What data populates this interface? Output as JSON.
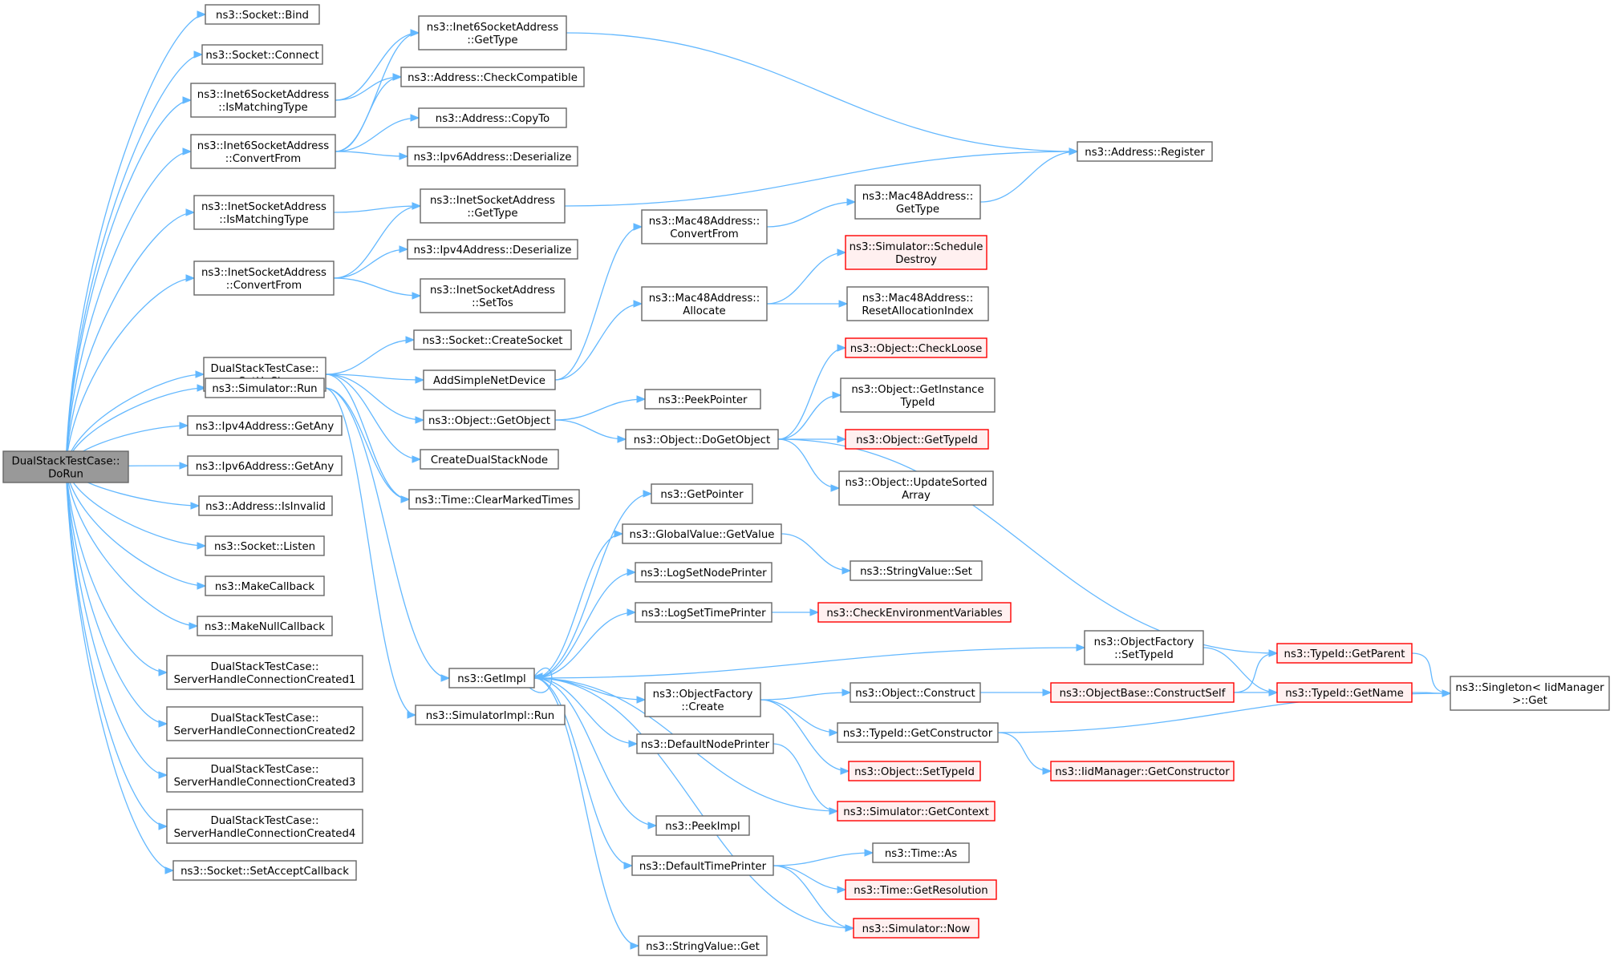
{
  "nodes": [
    {
      "id": "root",
      "lines": [
        "DualStackTestCase::",
        "DoRun"
      ],
      "style": "root"
    },
    {
      "id": "bind",
      "lines": [
        "ns3::Socket::Bind"
      ]
    },
    {
      "id": "connect",
      "lines": [
        "ns3::Socket::Connect"
      ]
    },
    {
      "id": "i6match",
      "lines": [
        "ns3::Inet6SocketAddress",
        "::IsMatchingType"
      ]
    },
    {
      "id": "i6conv",
      "lines": [
        "ns3::Inet6SocketAddress",
        "::ConvertFrom"
      ]
    },
    {
      "id": "i4match",
      "lines": [
        "ns3::InetSocketAddress",
        "::IsMatchingType"
      ]
    },
    {
      "id": "i4conv",
      "lines": [
        "ns3::InetSocketAddress",
        "::ConvertFrom"
      ]
    },
    {
      "id": "setup",
      "lines": [
        "DualStackTestCase::",
        "SetUpSim"
      ]
    },
    {
      "id": "simrun",
      "lines": [
        "ns3::Simulator::Run"
      ]
    },
    {
      "id": "ip4any",
      "lines": [
        "ns3::Ipv4Address::GetAny"
      ]
    },
    {
      "id": "ip6any",
      "lines": [
        "ns3::Ipv6Address::GetAny"
      ]
    },
    {
      "id": "invalid",
      "lines": [
        "ns3::Address::IsInvalid"
      ]
    },
    {
      "id": "listen",
      "lines": [
        "ns3::Socket::Listen"
      ]
    },
    {
      "id": "makecb",
      "lines": [
        "ns3::MakeCallback"
      ]
    },
    {
      "id": "makenull",
      "lines": [
        "ns3::MakeNullCallback"
      ]
    },
    {
      "id": "shc1",
      "lines": [
        "DualStackTestCase::",
        "ServerHandleConnectionCreated1"
      ]
    },
    {
      "id": "shc2",
      "lines": [
        "DualStackTestCase::",
        "ServerHandleConnectionCreated2"
      ]
    },
    {
      "id": "shc3",
      "lines": [
        "DualStackTestCase::",
        "ServerHandleConnectionCreated3"
      ]
    },
    {
      "id": "shc4",
      "lines": [
        "DualStackTestCase::",
        "ServerHandleConnectionCreated4"
      ]
    },
    {
      "id": "setaccept",
      "lines": [
        "ns3::Socket::SetAcceptCallback"
      ]
    },
    {
      "id": "i6gettype",
      "lines": [
        "ns3::Inet6SocketAddress",
        "::GetType"
      ]
    },
    {
      "id": "checkcompat",
      "lines": [
        "ns3::Address::CheckCompatible"
      ]
    },
    {
      "id": "copyto",
      "lines": [
        "ns3::Address::CopyTo"
      ]
    },
    {
      "id": "ip6deser",
      "lines": [
        "ns3::Ipv6Address::Deserialize"
      ]
    },
    {
      "id": "i4gettype",
      "lines": [
        "ns3::InetSocketAddress",
        "::GetType"
      ]
    },
    {
      "id": "ip4deser",
      "lines": [
        "ns3::Ipv4Address::Deserialize"
      ]
    },
    {
      "id": "settos",
      "lines": [
        "ns3::InetSocketAddress",
        "::SetTos"
      ]
    },
    {
      "id": "createsock",
      "lines": [
        "ns3::Socket::CreateSocket"
      ]
    },
    {
      "id": "addsimple",
      "lines": [
        "AddSimpleNetDevice"
      ]
    },
    {
      "id": "getobject",
      "lines": [
        "ns3::Object::GetObject"
      ]
    },
    {
      "id": "createdual",
      "lines": [
        "CreateDualStackNode"
      ]
    },
    {
      "id": "clearmarked",
      "lines": [
        "ns3::Time::ClearMarkedTimes"
      ]
    },
    {
      "id": "getimpl",
      "lines": [
        "ns3::GetImpl"
      ]
    },
    {
      "id": "simimplrun",
      "lines": [
        "ns3::SimulatorImpl::Run"
      ]
    },
    {
      "id": "register",
      "lines": [
        "ns3::Address::Register"
      ]
    },
    {
      "id": "macconv",
      "lines": [
        "ns3::Mac48Address::",
        "ConvertFrom"
      ]
    },
    {
      "id": "macgettype",
      "lines": [
        "ns3::Mac48Address::",
        "GetType"
      ]
    },
    {
      "id": "schedule",
      "lines": [
        "ns3::Simulator::Schedule",
        "Destroy"
      ],
      "style": "red"
    },
    {
      "id": "macalloc",
      "lines": [
        "ns3::Mac48Address::",
        "Allocate"
      ]
    },
    {
      "id": "macreset",
      "lines": [
        "ns3::Mac48Address::",
        "ResetAllocationIndex"
      ]
    },
    {
      "id": "checkloose",
      "lines": [
        "ns3::Object::CheckLoose"
      ],
      "style": "red"
    },
    {
      "id": "peekpointer",
      "lines": [
        "ns3::PeekPointer"
      ]
    },
    {
      "id": "getinstance",
      "lines": [
        "ns3::Object::GetInstance",
        "TypeId"
      ]
    },
    {
      "id": "dogetobject",
      "lines": [
        "ns3::Object::DoGetObject"
      ]
    },
    {
      "id": "objgettypeid",
      "lines": [
        "ns3::Object::GetTypeId"
      ],
      "style": "red"
    },
    {
      "id": "updatesorted",
      "lines": [
        "ns3::Object::UpdateSorted",
        "Array"
      ]
    },
    {
      "id": "getpointer",
      "lines": [
        "ns3::GetPointer"
      ]
    },
    {
      "id": "gvgetvalue",
      "lines": [
        "ns3::GlobalValue::GetValue"
      ]
    },
    {
      "id": "svset",
      "lines": [
        "ns3::StringValue::Set"
      ]
    },
    {
      "id": "lognode",
      "lines": [
        "ns3::LogSetNodePrinter"
      ]
    },
    {
      "id": "logtime",
      "lines": [
        "ns3::LogSetTimePrinter"
      ]
    },
    {
      "id": "checkenv",
      "lines": [
        "ns3::CheckEnvironmentVariables"
      ],
      "style": "red"
    },
    {
      "id": "ofsettypeid",
      "lines": [
        "ns3::ObjectFactory",
        "::SetTypeId"
      ]
    },
    {
      "id": "tgetparent",
      "lines": [
        "ns3::TypeId::GetParent"
      ],
      "style": "red"
    },
    {
      "id": "ofcreate",
      "lines": [
        "ns3::ObjectFactory",
        "::Create"
      ]
    },
    {
      "id": "objconstruct",
      "lines": [
        "ns3::Object::Construct"
      ]
    },
    {
      "id": "constructself",
      "lines": [
        "ns3::ObjectBase::ConstructSelf"
      ],
      "style": "red"
    },
    {
      "id": "tgetname",
      "lines": [
        "ns3::TypeId::GetName"
      ],
      "style": "red"
    },
    {
      "id": "singleton",
      "lines": [
        "ns3::Singleton< IidManager",
        ">::Get"
      ]
    },
    {
      "id": "defnodeprinter",
      "lines": [
        "ns3::DefaultNodePrinter"
      ]
    },
    {
      "id": "tgetconstructor",
      "lines": [
        "ns3::TypeId::GetConstructor"
      ]
    },
    {
      "id": "objsettypeid",
      "lines": [
        "ns3::Object::SetTypeId"
      ],
      "style": "red"
    },
    {
      "id": "iidgetconstructor",
      "lines": [
        "ns3::IidManager::GetConstructor"
      ],
      "style": "red"
    },
    {
      "id": "simgetcontext",
      "lines": [
        "ns3::Simulator::GetContext"
      ],
      "style": "red"
    },
    {
      "id": "peekimpl",
      "lines": [
        "ns3::PeekImpl"
      ]
    },
    {
      "id": "timeas",
      "lines": [
        "ns3::Time::As"
      ]
    },
    {
      "id": "deftimeprinter",
      "lines": [
        "ns3::DefaultTimePrinter"
      ]
    },
    {
      "id": "getresolution",
      "lines": [
        "ns3::Time::GetResolution"
      ],
      "style": "red"
    },
    {
      "id": "simnow",
      "lines": [
        "ns3::Simulator::Now"
      ],
      "style": "red"
    },
    {
      "id": "svget",
      "lines": [
        "ns3::StringValue::Get"
      ]
    }
  ],
  "edges": [
    [
      "root",
      "bind"
    ],
    [
      "root",
      "connect"
    ],
    [
      "root",
      "i6match"
    ],
    [
      "root",
      "i6conv"
    ],
    [
      "root",
      "i4match"
    ],
    [
      "root",
      "i4conv"
    ],
    [
      "root",
      "setup"
    ],
    [
      "root",
      "simrun"
    ],
    [
      "root",
      "ip4any"
    ],
    [
      "root",
      "ip6any"
    ],
    [
      "root",
      "invalid"
    ],
    [
      "root",
      "listen"
    ],
    [
      "root",
      "makecb"
    ],
    [
      "root",
      "makenull"
    ],
    [
      "root",
      "shc1"
    ],
    [
      "root",
      "shc2"
    ],
    [
      "root",
      "shc3"
    ],
    [
      "root",
      "shc4"
    ],
    [
      "root",
      "setaccept"
    ],
    [
      "i6match",
      "i6gettype"
    ],
    [
      "i6match",
      "checkcompat"
    ],
    [
      "i6conv",
      "i6gettype"
    ],
    [
      "i6conv",
      "checkcompat"
    ],
    [
      "i6conv",
      "copyto"
    ],
    [
      "i6conv",
      "ip6deser"
    ],
    [
      "i4match",
      "i4gettype"
    ],
    [
      "i4conv",
      "i4gettype"
    ],
    [
      "i4conv",
      "ip4deser"
    ],
    [
      "i4conv",
      "settos"
    ],
    [
      "setup",
      "createsock"
    ],
    [
      "setup",
      "addsimple"
    ],
    [
      "setup",
      "getobject"
    ],
    [
      "setup",
      "createdual"
    ],
    [
      "setup",
      "clearmarked"
    ],
    [
      "simrun",
      "getimpl"
    ],
    [
      "simrun",
      "simimplrun"
    ],
    [
      "simrun",
      "clearmarked"
    ],
    [
      "i6gettype",
      "register"
    ],
    [
      "i4gettype",
      "register"
    ],
    [
      "addsimple",
      "macconv"
    ],
    [
      "addsimple",
      "macalloc"
    ],
    [
      "macconv",
      "macgettype"
    ],
    [
      "macgettype",
      "register"
    ],
    [
      "macalloc",
      "schedule"
    ],
    [
      "macalloc",
      "macreset"
    ],
    [
      "getobject",
      "peekpointer"
    ],
    [
      "getobject",
      "dogetobject"
    ],
    [
      "dogetobject",
      "checkloose"
    ],
    [
      "dogetobject",
      "getinstance"
    ],
    [
      "dogetobject",
      "objgettypeid"
    ],
    [
      "dogetobject",
      "updatesorted"
    ],
    [
      "dogetobject",
      "tgetparent"
    ],
    [
      "getimpl",
      "getpointer"
    ],
    [
      "getimpl",
      "gvgetvalue"
    ],
    [
      "getimpl",
      "lognode"
    ],
    [
      "getimpl",
      "logtime"
    ],
    [
      "getimpl",
      "ofsettypeid"
    ],
    [
      "getimpl",
      "ofcreate"
    ],
    [
      "getimpl",
      "defnodeprinter"
    ],
    [
      "getimpl",
      "simgetcontext"
    ],
    [
      "getimpl",
      "peekimpl"
    ],
    [
      "getimpl",
      "deftimeprinter"
    ],
    [
      "getimpl",
      "simnow"
    ],
    [
      "getimpl",
      "svget"
    ],
    [
      "getimpl",
      "getimpl"
    ],
    [
      "gvgetvalue",
      "svset"
    ],
    [
      "logtime",
      "checkenv"
    ],
    [
      "ofsettypeid",
      "tgetname"
    ],
    [
      "ofcreate",
      "objconstruct"
    ],
    [
      "ofcreate",
      "tgetconstructor"
    ],
    [
      "ofcreate",
      "objsettypeid"
    ],
    [
      "objconstruct",
      "constructself"
    ],
    [
      "constructself",
      "tgetparent"
    ],
    [
      "constructself",
      "tgetname"
    ],
    [
      "tgetparent",
      "singleton"
    ],
    [
      "tgetname",
      "singleton"
    ],
    [
      "tgetconstructor",
      "singleton"
    ],
    [
      "tgetconstructor",
      "iidgetconstructor"
    ],
    [
      "defnodeprinter",
      "simgetcontext"
    ],
    [
      "deftimeprinter",
      "timeas"
    ],
    [
      "deftimeprinter",
      "getresolution"
    ],
    [
      "deftimeprinter",
      "simnow"
    ]
  ]
}
